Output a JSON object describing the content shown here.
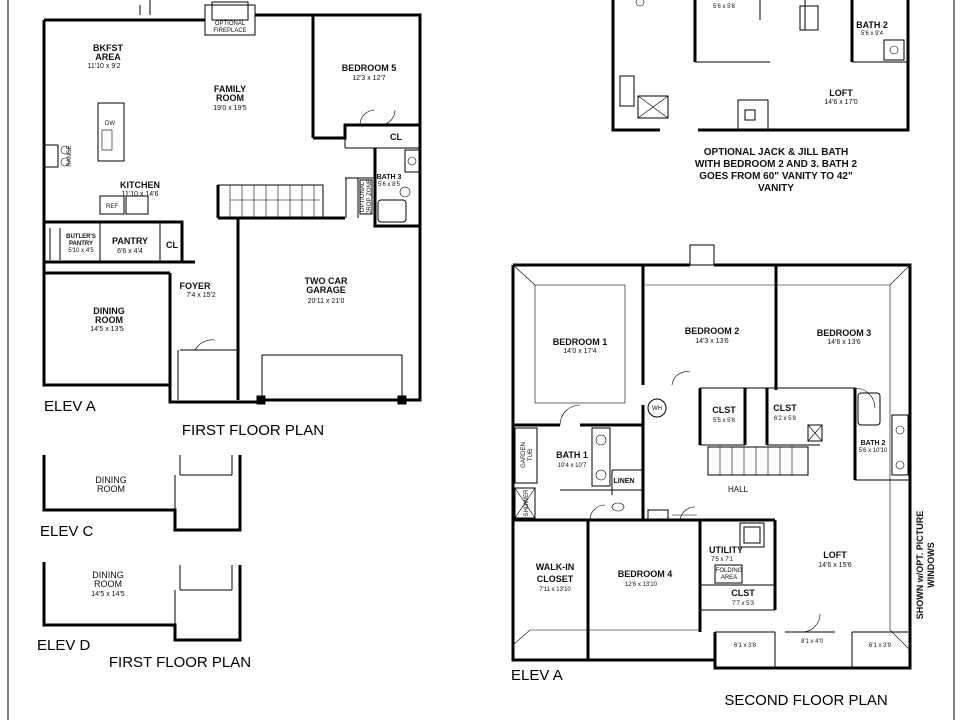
{
  "first_floor": {
    "title": "FIRST FLOOR PLAN",
    "elevation": "ELEV A",
    "fireplace": [
      "OPTIONAL",
      "FIREPLACE"
    ],
    "rooms": {
      "bkfst": {
        "name": [
          "BKFST",
          "AREA"
        ],
        "dim": "11'10 x 9'2"
      },
      "family": {
        "name": [
          "FAMILY",
          "ROOM"
        ],
        "dim": "19'0 x 19'5"
      },
      "bedroom5": {
        "name": "BEDROOM 5",
        "dim": "12'3 x 12'7"
      },
      "kitchen": {
        "name": "KITCHEN",
        "dim": "11'10 x 14'6"
      },
      "bath3": {
        "name": "BATH 3",
        "dim": "5'6 x 8'5"
      },
      "butlers": {
        "name": [
          "BUTLER'S",
          "PANTRY"
        ],
        "dim": "5'10 x 4'5"
      },
      "pantry": {
        "name": "PANTRY",
        "dim": "6'6 x 4'4"
      },
      "foyer": {
        "name": "FOYER",
        "dim": "7'4 x 15'2"
      },
      "garage": {
        "name": [
          "TWO CAR",
          "GARAGE"
        ],
        "dim": "20'11 x 21'0"
      },
      "dining": {
        "name": [
          "DINING",
          "ROOM"
        ],
        "dim": "14'5 x 13'5"
      }
    },
    "labels": {
      "cl": "CL",
      "cl2": "CL",
      "range": "RANGE",
      "ref": "REF",
      "dw": "DW",
      "drop_zone": [
        "OPTIONAL",
        "DROP ZONE"
      ]
    }
  },
  "elev_c": {
    "label": "ELEV C",
    "room": [
      "DINING",
      "ROOM"
    ]
  },
  "elev_d": {
    "label": "ELEV D",
    "room": [
      "DINING",
      "ROOM"
    ],
    "dim": "14'5 x 14'5"
  },
  "first_floor_alt_title": "FIRST FLOOR PLAN",
  "second_floor_option": {
    "bath2": {
      "name": "BATH 2",
      "dim": "5'6 x 9'4"
    },
    "small_dim": "5'6 x 5'8",
    "loft": {
      "name": "LOFT",
      "dim": "14'6 x 17'0"
    },
    "note": [
      "OPTIONAL JACK & JILL BATH",
      "WITH BEDROOM 2 AND 3. BATH 2",
      "GOES FROM 60\" VANITY TO 42\"",
      "VANITY"
    ]
  },
  "second_floor": {
    "title": "SECOND FLOOR PLAN",
    "elevation": "ELEV A",
    "side_note": [
      "SHOWN w/OPT. PICTURE",
      "WINDOWS"
    ],
    "rooms": {
      "bedroom1": {
        "name": "BEDROOM 1",
        "dim": "14'0 x 17'4"
      },
      "bedroom2": {
        "name": "BEDROOM 2",
        "dim": "14'3 x 13'6"
      },
      "bedroom3": {
        "name": "BEDROOM 3",
        "dim": "14'6 x 13'6"
      },
      "clst1": {
        "name": "CLST",
        "dim": "5'5 x 5'8"
      },
      "clst2": {
        "name": "CLST",
        "dim": "6'2 x 5'8"
      },
      "bath1": {
        "name": "BATH 1",
        "dim": "10'4 x 10'7"
      },
      "bath2": {
        "name": "BATH 2",
        "dim": "5'6 x 10'10"
      },
      "walkin": {
        "name": [
          "WALK-IN",
          "CLOSET"
        ],
        "dim": "7'11 x 13'10"
      },
      "bedroom4": {
        "name": "BEDROOM 4",
        "dim": "12'6 x 13'10"
      },
      "utility": {
        "name": "UTILITY",
        "dim": "7'5 x 7'1"
      },
      "loft": {
        "name": "LOFT",
        "dim": "14'6 x 15'6"
      },
      "clst3": {
        "name": "CLST",
        "dim": "7'7 x 5'3"
      }
    },
    "labels": {
      "hall": "HALL",
      "linen": "LINEN",
      "wh": "WH",
      "garden_tub": [
        "GARDEN",
        "TUB"
      ],
      "shower": "SHOWER",
      "folding": [
        "FOLDING",
        "AREA"
      ]
    },
    "bays": [
      "6'1 x 3'8",
      "8'1 x 4'0",
      "6'1 x 3'9"
    ]
  }
}
